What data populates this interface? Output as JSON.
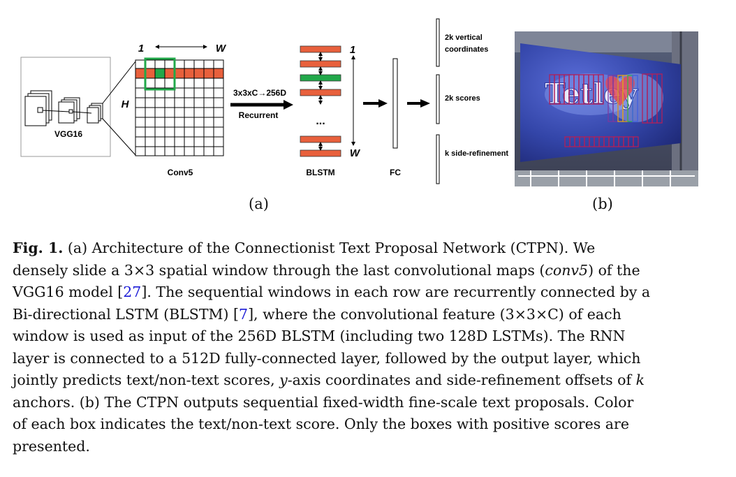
{
  "figure": {
    "panel_a": {
      "vgg_label": "VGG16",
      "conv_label": "Conv5",
      "axis_1": "1",
      "axis_w": "W",
      "axis_h": "H",
      "arrow_top": "3x3xC→256D",
      "arrow_bottom": "Recurrent",
      "blstm_label": "BLSTM",
      "blstm_top": "1",
      "blstm_bottom": "W",
      "ellipsis": "...",
      "fc_label": "FC",
      "out1_line1": "2k vertical",
      "out1_line2": "coordinates",
      "out2": "2k scores",
      "out3": "k side-refinement",
      "sub": "(a)"
    },
    "panel_b": {
      "sign_text": "Tetley",
      "sub": "(b)"
    },
    "colors": {
      "orange": "#e8603c",
      "green": "#22a84a",
      "box_outline": "#b0205a"
    }
  },
  "caption": {
    "lines": [
      [
        "Fig. 1.",
        " (a) Architecture of the Connectionist Text Proposal Network (CTPN). We"
      ],
      [
        "densely slide a 3×3 spatial window through the last convolutional maps (",
        "conv5",
        ") of the"
      ],
      [
        "VGG16 model [",
        "27",
        "]. The sequential windows in each row are recurrently connected by a"
      ],
      [
        "Bi-directional LSTM (BLSTM) [",
        "7",
        "], where the convolutional feature (3×3×C) of each"
      ],
      [
        "window is used as input of the 256D BLSTM (including two 128D LSTMs). The RNN"
      ],
      [
        "layer is connected to a 512D fully-connected layer, followed by the output layer, which"
      ],
      [
        "jointly predicts text/non-text scores, ",
        "y",
        "-axis coordinates and side-refinement offsets of ",
        "k"
      ],
      [
        "anchors. (b) The CTPN outputs sequential fixed-width fine-scale text proposals. Color"
      ],
      [
        "of each box indicates the text/non-text score. Only the boxes with positive scores are"
      ],
      [
        "presented."
      ]
    ]
  }
}
